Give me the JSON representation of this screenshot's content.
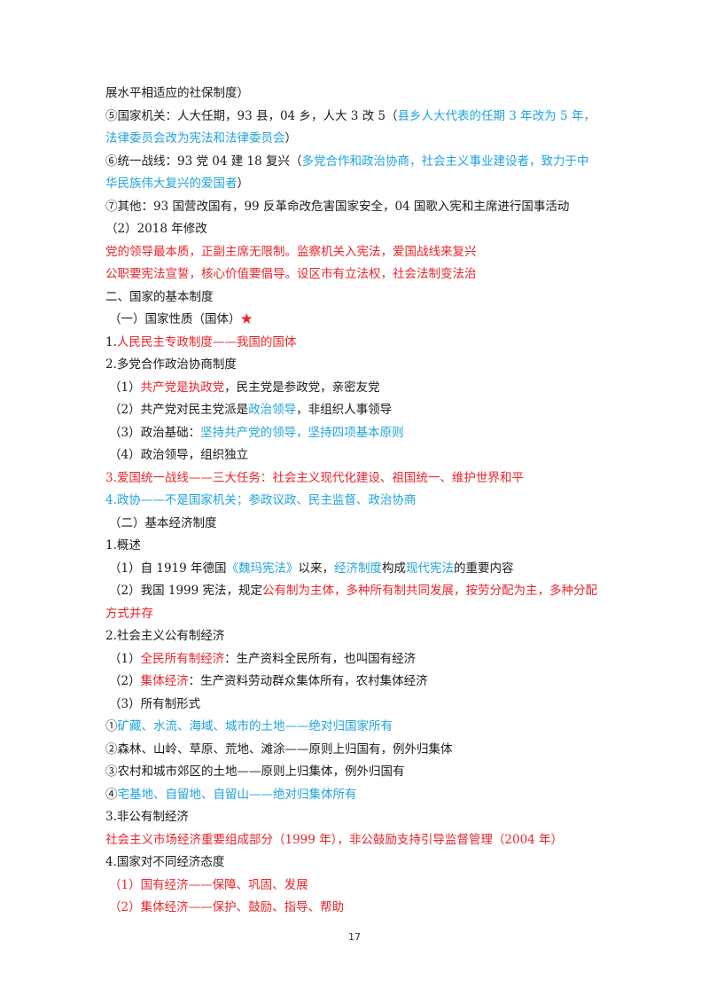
{
  "lines": [
    [
      {
        "t": "展水平相适应的社保制度）"
      }
    ],
    [
      {
        "t": "⑤国家机关：人大任期，93 县，04 乡，人大 3 改 5（"
      },
      {
        "t": "县乡人大代表的任期 3 年改为 5 年，",
        "c": "blue"
      }
    ],
    [
      {
        "t": "法律委员会改为宪法和法律委员会",
        "c": "blue"
      },
      {
        "t": "）"
      }
    ],
    [
      {
        "t": "⑥统一战线：93 党 04 建 18 复兴（"
      },
      {
        "t": "多党合作和政治协商，社会主义事业建设者，致力于中",
        "c": "blue"
      }
    ],
    [
      {
        "t": "华民族伟大复兴的爱国者",
        "c": "blue"
      },
      {
        "t": "）"
      }
    ],
    [
      {
        "t": "⑦其他：93 国营改国有，99 反革命改危害国家安全，04 国歌入宪和主席进行国事活动"
      }
    ],
    [
      {
        "t": "（2）2018 年修改"
      }
    ],
    [
      {
        "t": "党的领导最本质，正副主席无限制。监察机关入宪法，爱国战线来复兴",
        "c": "red"
      }
    ],
    [
      {
        "t": "公职要宪法宣誓，核心价值要倡导。设区市有立法权，社会法制变法治",
        "c": "red"
      }
    ],
    [
      {
        "t": "二、国家的基本制度"
      }
    ],
    [
      {
        "t": "（一）国家性质（国体）"
      },
      {
        "t": "★",
        "c": "star"
      }
    ],
    [
      {
        "t": "1."
      },
      {
        "t": "人民民主专政制度——我国的国体",
        "c": "red"
      }
    ],
    [
      {
        "t": "2.多党合作政治协商制度"
      }
    ],
    [
      {
        "t": "（1）"
      },
      {
        "t": "共产党是执政党",
        "c": "red"
      },
      {
        "t": "，民主党是参政党，亲密友党"
      }
    ],
    [
      {
        "t": "（2）共产党对民主党派是"
      },
      {
        "t": "政治领导",
        "c": "blue"
      },
      {
        "t": "，非组织人事领导"
      }
    ],
    [
      {
        "t": "（3）政治基础："
      },
      {
        "t": "坚持共产党的领导，坚持四项基本原则",
        "c": "blue"
      }
    ],
    [
      {
        "t": "（4）政治领导，组织独立"
      }
    ],
    [
      {
        "t": "3.",
        "c": "red"
      },
      {
        "t": "爱国统一战线——三大任务：社会主义现代化建设、祖国统一、维护世界和平",
        "c": "red"
      }
    ],
    [
      {
        "t": "4.",
        "c": "blue"
      },
      {
        "t": "政协——不是国家机关；参政议政、民主监督、政治协商",
        "c": "blue"
      }
    ],
    [
      {
        "t": "（二）基本经济制度"
      }
    ],
    [
      {
        "t": "1.概述"
      }
    ],
    [
      {
        "t": "（1）自 1919 年德国"
      },
      {
        "t": "《魏玛宪法》",
        "c": "blue"
      },
      {
        "t": "以来，"
      },
      {
        "t": "经济制度",
        "c": "blue"
      },
      {
        "t": "构成"
      },
      {
        "t": "现代宪法",
        "c": "blue"
      },
      {
        "t": "的重要内容"
      }
    ],
    [
      {
        "t": "（2）我国 1999 宪法，规定"
      },
      {
        "t": "公有制为主体，多种所有制共同发展，按劳分配为主，多种分配",
        "c": "red"
      }
    ],
    [
      {
        "t": "方式并存",
        "c": "red"
      }
    ],
    [
      {
        "t": "2.社会主义公有制经济"
      }
    ],
    [
      {
        "t": "（1）"
      },
      {
        "t": "全民所有制经济",
        "c": "red"
      },
      {
        "t": "：生产资料全民所有，也叫国有经济"
      }
    ],
    [
      {
        "t": "（2）"
      },
      {
        "t": "集体经济",
        "c": "red"
      },
      {
        "t": "：生产资料劳动群众集体所有，农村集体经济"
      }
    ],
    [
      {
        "t": "（3）所有制形式"
      }
    ],
    [
      {
        "t": "①"
      },
      {
        "t": "矿藏、水流、海域、城市的土地——绝对归国家所有",
        "c": "blue"
      }
    ],
    [
      {
        "t": "②森林、山岭、草原、荒地、滩涂——原则上归国有，例外归集体"
      }
    ],
    [
      {
        "t": "③农村和城市郊区的土地——原则上归集体，例外归国有"
      }
    ],
    [
      {
        "t": "④"
      },
      {
        "t": "宅基地、自留地、自留山——绝对归集体所有",
        "c": "blue"
      }
    ],
    [
      {
        "t": "3.非公有制经济"
      }
    ],
    [
      {
        "t": "社会主义市场经济重要组成部分（1999 年），非公鼓励支持引导监督管理（2004 年）",
        "c": "red"
      }
    ],
    [
      {
        "t": "4.国家对不同经济态度"
      }
    ],
    [
      {
        "t": "（1）国有经济——保障、巩固、发展",
        "c": "red"
      }
    ],
    [
      {
        "t": "（2）集体经济——保护、鼓励、指导、帮助",
        "c": "red"
      }
    ]
  ],
  "indented": [
    10,
    13,
    14,
    15,
    16,
    19,
    21,
    22,
    25,
    26,
    27,
    35,
    36
  ],
  "colors": {
    "red": "#e8242b",
    "blue": "#1fa3dc",
    "text": "#1a1a1a"
  },
  "page_number": "17"
}
